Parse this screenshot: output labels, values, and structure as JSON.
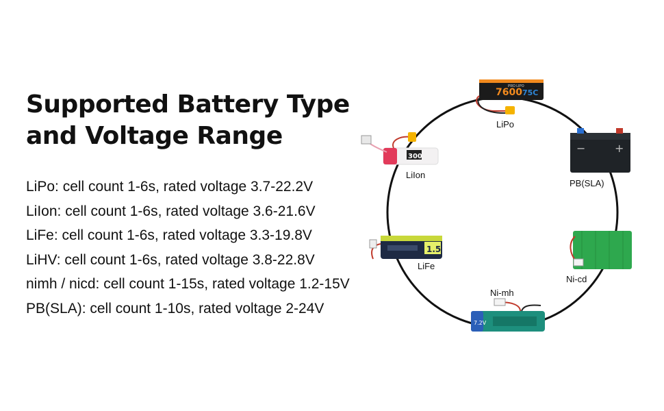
{
  "title": {
    "line1": "Supported Battery Type",
    "line2": "and Voltage Range"
  },
  "specs": [
    "LiPo: cell count 1-6s, rated voltage 3.7-22.2V",
    "LiIon: cell count 1-6s, rated voltage 3.6-21.6V",
    "LiFe: cell count 1-6s, rated voltage 3.3-19.8V",
    "LiHV: cell count 1-6s, rated voltage 3.8-22.8V",
    "nimh / nicd: cell count 1-15s, rated voltage 1.2-15V",
    "PB(SLA): cell count 1-10s, rated voltage 2-24V"
  ],
  "batteries": {
    "lipo": {
      "label": "LiPo",
      "print": "7600",
      "print2": "75C",
      "brand": "PRO LIPO"
    },
    "liion": {
      "label": "LiIon",
      "print": "300"
    },
    "pbsla": {
      "label": "PB(SLA)",
      "minus": "−",
      "plus": "+"
    },
    "life": {
      "label": "LiFe",
      "print": "1.5"
    },
    "nicd": {
      "label": "Ni-cd"
    },
    "nimh": {
      "label": "Ni-mh",
      "print": "7.2V"
    }
  },
  "colors": {
    "ring": "#111111",
    "lipo_body": "#1b1b1b",
    "lipo_accent": "#f28a1e",
    "lipo_blue": "#2e86d6",
    "liion_body": "#f3f1f2",
    "liion_accent": "#e23a5a",
    "sla_body": "#1f2327",
    "life_body": "#1e2a44",
    "life_accent": "#c8d83a",
    "nicd_body": "#2ea84e",
    "nimh_body": "#1d8f7d",
    "xt_plug": "#f5b300"
  }
}
